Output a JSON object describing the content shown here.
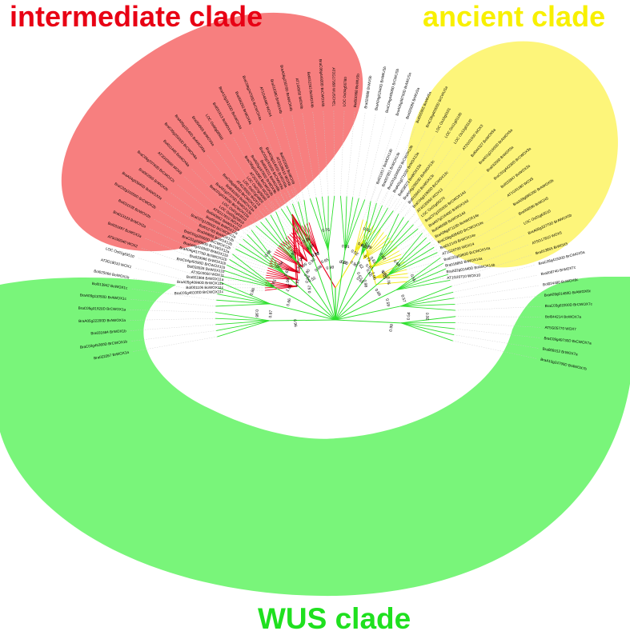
{
  "titles": {
    "intermediate": "intermediate clade",
    "ancient": "ancient clade",
    "wus": "WUS clade"
  },
  "colors": {
    "intermediate_fill": "#f77f7f",
    "intermediate_branch": "#e8001f",
    "intermediate_title": "#e80014",
    "ancient_fill": "#fdf57a",
    "ancient_branch": "#f2ea1a",
    "ancient_title": "#f8f000",
    "wus_fill": "#79f57a",
    "wus_branch": "#2fe02f",
    "wus_title": "#1fe01f",
    "guide": "#c8c8c8"
  },
  "clades": {
    "intermediate": {
      "leaves": [
        "BraC05g48100D BrCWOX11c",
        "Bol001106 BoWOX11c",
        "BraA05g40990D BrWOX11a",
        "Bra001966 BrWOX11a",
        "AT3G03660 WOX11",
        "Bol032826 BoWOX11b",
        "BraC04g45590D BrCWOX11b",
        "Bra033966 BrWOX11b",
        "BraA04g41770D BrAWOX11b",
        "BraA04g41690D BrWOX11b",
        "BraC01g26060D BrCWOX12a",
        "BraC01g26060D BrCWOX12b",
        "Bra040665 BrWOX12b",
        "Bol012783 BoWOX12b",
        "BraC07g12500D BrCWOX12a",
        "Bra00466 BrWOX12a",
        "Bol040662 BoWOX12a",
        "AT5G17810 WOX12",
        "LOC Os03g20910",
        "LOC Os01g63510",
        "BraC01g41920D BrCWOX13a",
        "BraA01g27370D BrWOX13a",
        "Bol031093 BoWOX13a",
        "BraC06g3600D BrCWOX13a",
        "AT4G35550 WOX13",
        "LOC Os07g04800",
        "LOC Os07g05080",
        "AT2G33880 WOX9",
        "BraC05g31030D BrCWOX9b",
        "BraA05g16760D BrWOX9b",
        "Bol034211 BoWOX9b",
        "BraC03g19160D BrCWOX9a",
        "BraA03g11400D BrWOX9a",
        "AT2G28610 WOX8",
        "Bol022089 BoWOX8"
      ],
      "bootstrap": [
        "0.57",
        "1.00",
        "0.91",
        "0.98",
        "0.63",
        "0.70",
        "0.90",
        "0.92",
        "1.00",
        "0.90",
        "0.88",
        "0.99",
        "0.78",
        "0.65"
      ]
    },
    "ancient": {
      "leaves": [
        "Bol011817 BoWOX13b",
        "Bra007851 BrWOX13b",
        "BraC01g33050D BrCWOX13b",
        "BraA01g27110D BrWOX13a",
        "Bol038373 BoWOX13a",
        "BraA04g23820D BrAWOX13c",
        "Bol015643 BoWOX13c",
        "BraC04g31900D BrCWOX13c",
        "AT4G35550 WOX13",
        "LOC Os01g60270",
        "BraC07g10500D BrCWOX14d",
        "BraA07g21640D BrWOX14d",
        "Bol046098 BoWOX14d",
        "BraA06g47110D BrAWOX14e",
        "BraC09g40840D BrCWOX14e",
        "Bra012143 BrWOX14e",
        "AT1G20700 WOX14",
        "BraC02g0360D BrCWOX14a",
        "Bra018855 BrWOX14a",
        "BraA02g01440D BrAWOX14b",
        "AT1G20710 WOX10"
      ],
      "bootstrap": [
        "1.00",
        "0.61",
        "0.52",
        "0.98",
        "0.99",
        "0.73",
        "0.62",
        "0.82",
        "0.81",
        "0.56",
        "0.67",
        "0.93",
        "1.00",
        "0.98",
        "0.76"
      ]
    },
    "wus": {
      "leaves": [
        "Bra022267 BrWOX1a",
        "BraC03g45360D BrCWOX1b",
        "Bra031684 BrWOX1b",
        "BraA05g22200D BrAWOX1a",
        "BraC05g31920D BrCWOX1a",
        "BraA09g11050D BrAWOX1c",
        "Bol013942 BoWOX1c",
        "Bol025066 BoWOX1b",
        "AT3G18010 WOX1",
        "LOC Os01g63510",
        "AT5G59340 WOX2",
        "Bol031697 BoWOX2a",
        "Bra013123 BrWOX2a",
        "Bol031538 BoWOX2b",
        "BraC02g31650D BrCWOX2b",
        "BraA04g53840D BrAWOX2a",
        "Bra002565 BrWOX2b",
        "BraC06g20760D BrCWOX2c",
        "AT3G03660 WOX8",
        "Bol011445 BoWOX6a",
        "BraC05g25300D BrCWOX6a",
        "BraA05g19140D BrAWOX6a",
        "Bra004555 BrWOX6a",
        "LOC Os06g08580",
        "Bol031913 BoWOX4a",
        "BraA10g16100D BrAWOX4a",
        "Bra008293 BrWOX4a",
        "BraC09g24700D BrCWOX4a",
        "AT1G46480 WOX4",
        "Bra016380 BrWOX4b",
        "BraA06g23570D BrAWOX4b",
        "AT1G6550 WOX4b",
        "Bol032283 BoWOX4b",
        "BraC06g44920D BrCWOX4b",
        "AT2G17950 WUSCHEL",
        "LOC Os04g56780",
        "Bol001968 BoWUSb",
        "Bra025888 BrWUSb",
        "BraA04g22540D BrAWUSb",
        "BraC04g44600D BrCWUSb",
        "BraA06g38750D BrAWUSa",
        "Bra020086 BrWUSa",
        "Bol005905 BoWUSa",
        "BraC06g40300D BrCWUSa",
        "LOC Os10g0101",
        "LOC Os11g01130",
        "LOC Os12g01120",
        "AT2G01500 WOX3",
        "Bol044327 BoWOX5a",
        "BraA01g21600D BrAWOX5a",
        "Bra032560 BrWOX5a",
        "BraC01g44230D BrCWOX3a",
        "Bol033947 BoWOX3a",
        "AT1G01180 WOX5",
        "BraA09g66520D BrAWOX5b",
        "Bra008590 BrWOX5",
        "LOC Os01g63510",
        "BraA06g33770D BrAWOX5b",
        "AT5G17810 WOX5",
        "Bra013855 BrWOX5",
        "BraC06g41930D BrCWOX5a",
        "Bra008740 BrWOX7c",
        "Bol024480 BoWOX6c",
        "BraA09g01480D BrAWOX6c",
        "BraC03g02200D BrCWOX7c",
        "Bol044214 BoWOX7a",
        "AT5G05770 WOX7",
        "BraC09g49730D BrCWOX7a",
        "Bra009152 BrWOX7a",
        "BraA10g24790D BrAWOX7b"
      ],
      "bootstrap": [
        "0.96",
        "0.98",
        "0.87",
        "0.66",
        "0.86",
        "0.61",
        "1.00",
        "0.68",
        "0.64",
        "0.55",
        "0.52",
        "0.79",
        "0.92",
        "0.98",
        "0.76",
        "0.91",
        "0.87",
        "0.61",
        "0.93",
        "0.67",
        "0.65",
        "0.69",
        "0.88",
        "0.86",
        "0.55",
        "0.57",
        "0.59",
        "0.92",
        "0.54",
        "0.98"
      ]
    }
  }
}
